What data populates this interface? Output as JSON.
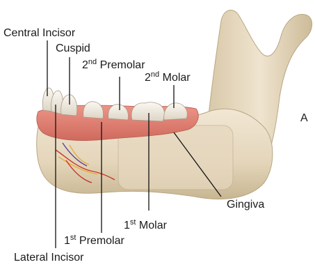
{
  "labels": {
    "central_incisor": "Central Incisor",
    "cuspid": "Cuspid",
    "second_premolar_num": "2",
    "second_premolar_sup": "nd",
    "second_premolar_word": "Premolar",
    "second_molar_num": "2",
    "second_molar_sup": "nd",
    "second_molar_word": "Molar",
    "panel_letter": "A",
    "gingiva": "Gingiva",
    "first_molar_num": "1",
    "first_molar_sup": "st",
    "first_molar_word": "Molar",
    "first_premolar_num": "1",
    "first_premolar_sup": "st",
    "first_premolar_word": "Premolar",
    "lateral_incisor": "Lateral Incisor"
  },
  "colors": {
    "bone": "#e9dcc6",
    "bone_shade": "#c9b898",
    "gingiva": "#e27f72",
    "tooth": "#f6f2ea",
    "leader": "#111111"
  }
}
